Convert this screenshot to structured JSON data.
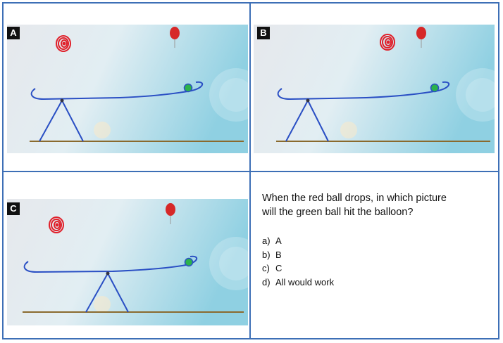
{
  "panels": [
    {
      "label": "A"
    },
    {
      "label": "B"
    },
    {
      "label": "C"
    }
  ],
  "question": {
    "line1": "When the red ball drops, in which picture",
    "line2": "will the green ball hit the balloon?"
  },
  "options": [
    {
      "letter": "a)",
      "text": "A"
    },
    {
      "letter": "b)",
      "text": "B"
    },
    {
      "letter": "c)",
      "text": "C"
    },
    {
      "letter": "d)",
      "text": "All would work"
    }
  ],
  "colors": {
    "border": "#3d6fb6",
    "red_ball": "#e0202a",
    "balloon": "#d62828",
    "green_ball": "#2bb24c",
    "seesaw": "#2a4fc4",
    "ground": "#8a6a2e"
  }
}
